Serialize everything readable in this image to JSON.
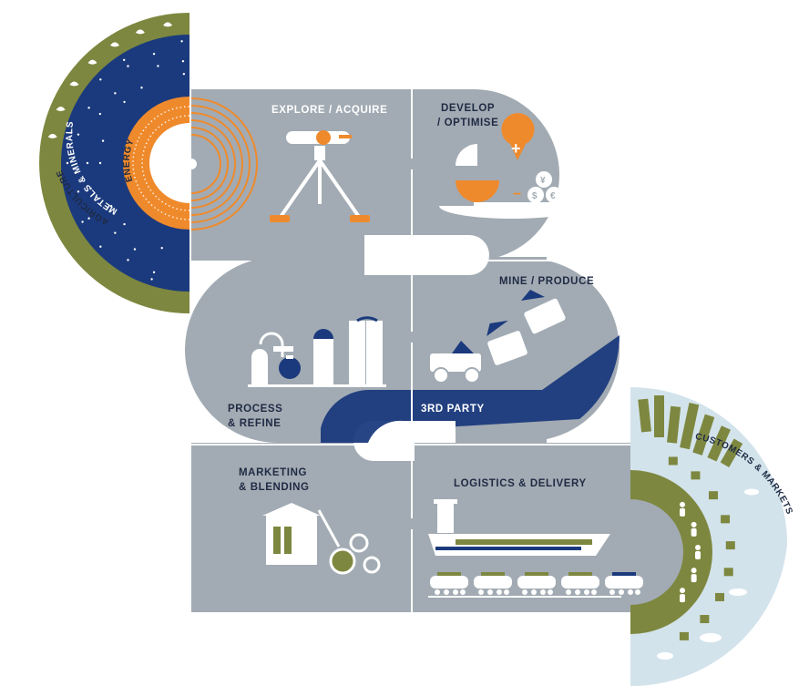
{
  "colors": {
    "panel": "#a2abb3",
    "panel_line": "#ffffff",
    "navy": "#1b3a7d",
    "orange": "#ef8a2c",
    "olive": "#7d873f",
    "sky": "#d3e3eb",
    "white": "#ffffff"
  },
  "commodities": {
    "agriculture": "AGRICULTURE",
    "metals_minerals": "METALS & MINERALS",
    "energy": "ENERGY"
  },
  "stages": {
    "explore": "EXPLORE / ACQUIRE",
    "develop_line1": "DEVELOP",
    "develop_line2": "/ OPTIMISE",
    "mine": "MINE / PRODUCE",
    "third_party": "3RD PARTY",
    "process_line1": "PROCESS",
    "process_line2": "& REFINE",
    "marketing_line1": "MARKETING",
    "marketing_line2": "& BLENDING",
    "logistics": "LOGISTICS & DELIVERY"
  },
  "customers": "CUSTOMERS & MARKETS",
  "icons": {
    "coins": [
      "¥",
      "$",
      "€"
    ],
    "plus": "+",
    "minus": "−"
  }
}
